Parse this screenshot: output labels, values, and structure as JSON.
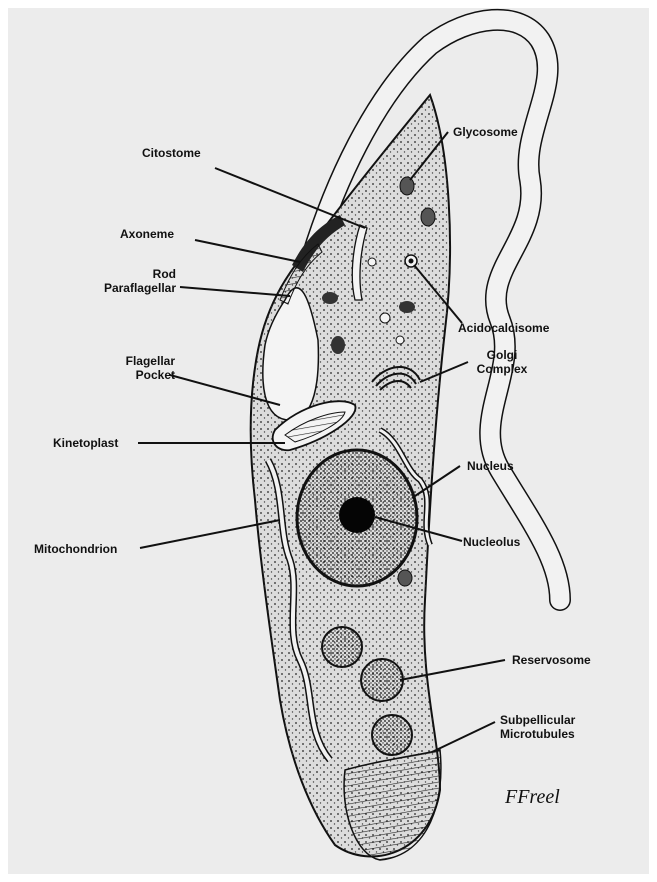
{
  "labels": {
    "glycosome": "Glycosome",
    "citostome": "Citostome",
    "axoneme": "Axoneme",
    "rod_paraflagellar": "Rod\nParaflagellar",
    "acidocalcisome": "Acidocalcisome",
    "golgi_complex": "Golgi\nComplex",
    "flagellar_pocket": "Flagellar\nPocket",
    "kinetoplast": "Kinetoplast",
    "nucleus": "Nucleus",
    "mitochondrion": "Mitochondrion",
    "nucleolus": "Nucleolus",
    "reservosome": "Reservosome",
    "subpellicular_microtubules": "Subpellicular\nMicrotubules"
  },
  "signature": "FFreel",
  "colors": {
    "background": "#ececec",
    "ink": "#111111",
    "cell_fill": "#d9d9d9"
  }
}
